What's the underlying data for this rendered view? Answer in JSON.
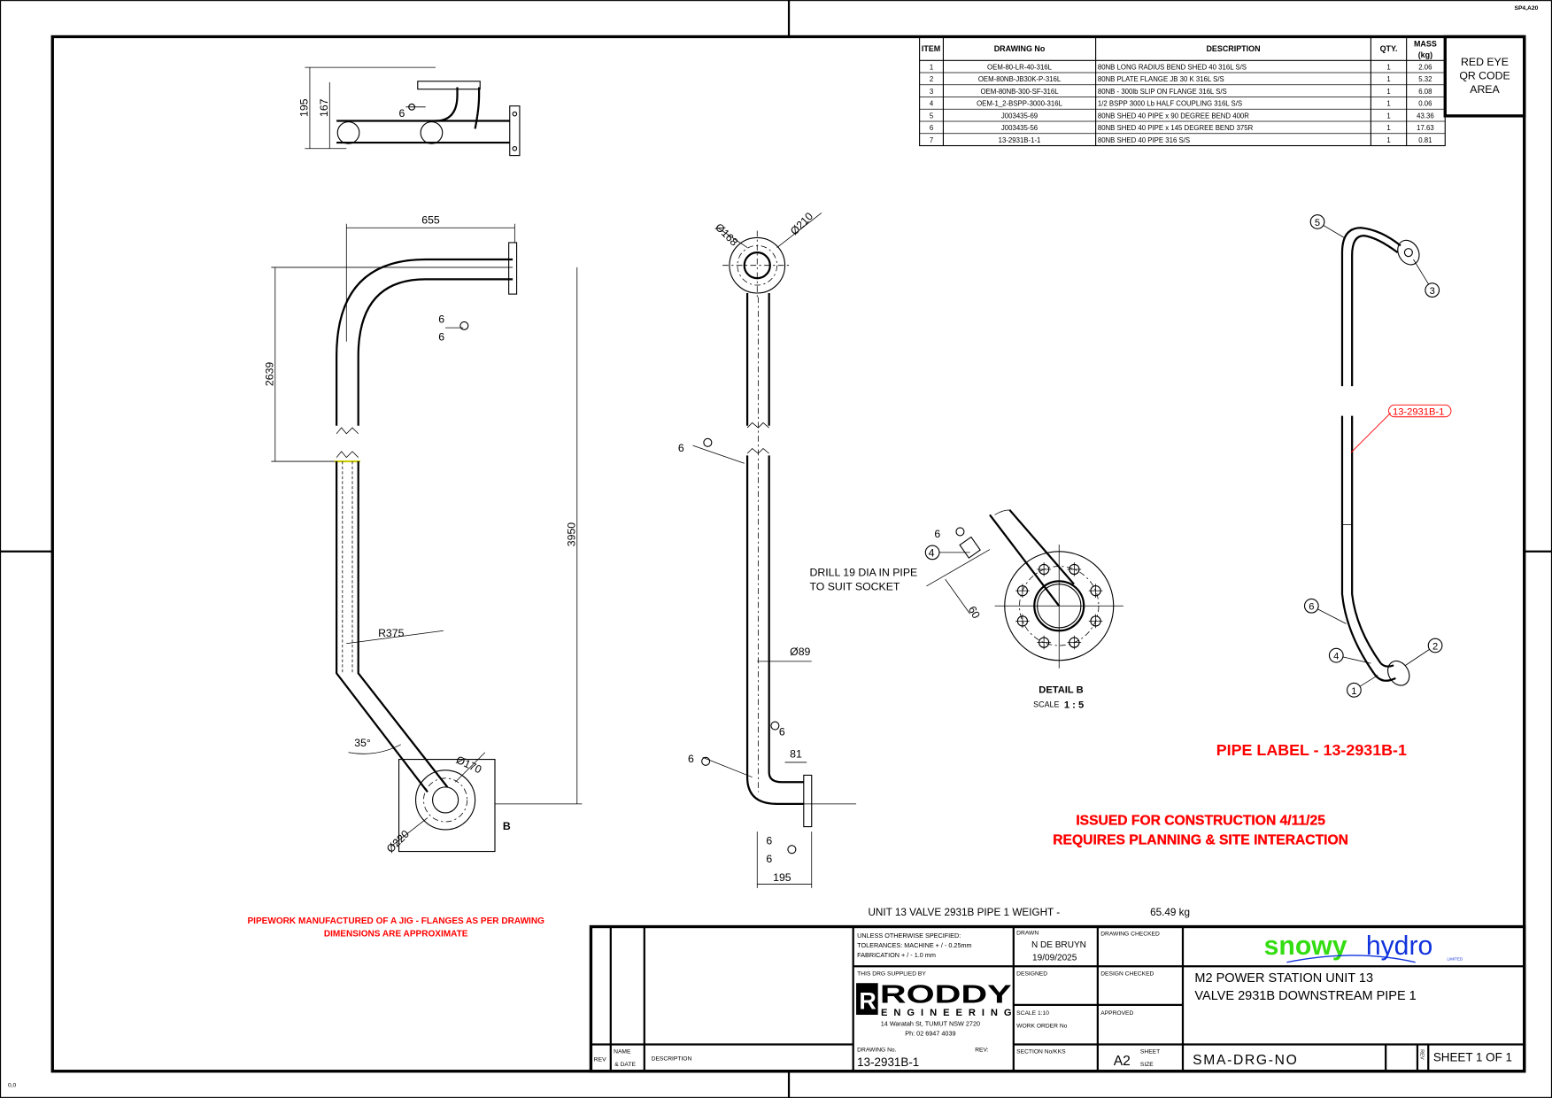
{
  "sheet": {
    "corner_code": "SP4,A20",
    "origin_label": "0,0"
  },
  "bom": {
    "headers": {
      "item": "ITEM",
      "drawing_no": "DRAWING No",
      "description": "DESCRIPTION",
      "qty": "QTY.",
      "mass_1": "MASS",
      "mass_2": "(kg)"
    },
    "rows": [
      {
        "item": "1",
        "drawing_no": "OEM-80-LR-40-316L",
        "description": "80NB LONG RADIUS BEND SHED 40 316L S/S",
        "qty": "1",
        "mass": "2.06"
      },
      {
        "item": "2",
        "drawing_no": "OEM-80NB-JB30K-P-316L",
        "description": "80NB PLATE FLANGE JB 30 K 316L S/S",
        "qty": "1",
        "mass": "5.32"
      },
      {
        "item": "3",
        "drawing_no": "OEM-80NB-300-SF-316L",
        "description": "80NB - 300lb SLIP ON FLANGE 316L S/S",
        "qty": "1",
        "mass": "6.08"
      },
      {
        "item": "4",
        "drawing_no": "OEM-1_2-BSPP-3000-316L",
        "description": "1/2 BSPP 3000 Lb HALF COUPLING 316L S/S",
        "qty": "1",
        "mass": "0.06"
      },
      {
        "item": "5",
        "drawing_no": "J003435-69",
        "description": "80NB SHED 40 PIPE x 90 DEGREE BEND 400R",
        "qty": "1",
        "mass": "43.36"
      },
      {
        "item": "6",
        "drawing_no": "J003435-56",
        "description": "80NB SHED 40 PIPE x 145 DEGREE BEND 375R",
        "qty": "1",
        "mass": "17.63"
      },
      {
        "item": "7",
        "drawing_no": "13-2931B-1-1",
        "description": "80NB SHED 40 PIPE 316 S/S",
        "qty": "1",
        "mass": "0.81"
      }
    ]
  },
  "qr_area": {
    "line1": "RED EYE",
    "line2": "QR CODE",
    "line3": "AREA"
  },
  "plan_view": {
    "dim_195": "195",
    "dim_167": "167",
    "weld": "6"
  },
  "elevation_view": {
    "dim_655": "655",
    "dim_2639": "2639",
    "dim_3950": "3950",
    "radius": "R375",
    "angle": "35°",
    "dia_170": "Ø170",
    "dia_220": "Ø220",
    "detail_ref": "B",
    "weld_a": "6",
    "weld_b": "6"
  },
  "side_view": {
    "dia_168": "Ø168",
    "dia_210": "Ø210",
    "dia_89": "Ø89",
    "dim_81": "81",
    "dim_195": "195",
    "weld_1": "6",
    "weld_2": "6",
    "weld_3": "6",
    "weld_4": "6",
    "weld_5": "6"
  },
  "detail_b": {
    "note_1": "DRILL 19 DIA IN PIPE",
    "note_2": "TO SUIT SOCKET",
    "dim_60": "60",
    "title": "DETAIL B",
    "scale_label": "SCALE",
    "scale_value": "1 : 5",
    "balloon": "4",
    "weld": "6"
  },
  "iso_view": {
    "balloons": [
      "5",
      "3",
      "6",
      "4",
      "1",
      "2"
    ],
    "pipe_label_tag": "13-2931B-1"
  },
  "notes": {
    "pipe_label": "PIPE LABEL - 13-2931B-1",
    "issued": "ISSUED FOR CONSTRUCTION 4/11/25",
    "requires": "REQUIRES PLANNING & SITE INTERACTION",
    "jig_1": "PIPEWORK MANUFACTURED OF A JIG - FLANGES AS PER DRAWING",
    "jig_2": "DIMENSIONS ARE APPROXIMATE",
    "weight_label": "UNIT 13 VALVE 2931B PIPE 1 WEIGHT -",
    "weight_value": "65.49 kg"
  },
  "title_block": {
    "rev": "REV",
    "name": "NAME",
    "date": "& DATE",
    "description": "DESCRIPTION",
    "tol_1": "UNLESS OTHERWISE SPECIFIED:",
    "tol_2": "TOLERANCES: MACHINE + / - 0.25mm",
    "tol_3": "FABRICATION + / - 1.0 mm",
    "drawn_label": "DRAWN",
    "drawn_name": "N DE BRUYN",
    "drawn_date": "19/09/2025",
    "drawing_checked": "DRAWING CHECKED",
    "supplied_by": "THIS DRG SUPPLIED BY",
    "supplier_name": "RODDY",
    "supplier_sub": "ENGINEERING",
    "supplier_address": "14 Waratah St, TUMUT NSW 2720",
    "supplier_phone": "Ph: 02 6947 4039",
    "designed": "DESIGNED",
    "design_checked": "DESIGN CHECKED",
    "scale": "SCALE   1:10",
    "work_order": "WORK ORDER No",
    "approved": "APPROVED",
    "drawing_no_label": "DRAWING No.",
    "rev_label": "REV:",
    "drawing_no": "13-2931B-1",
    "section_label": "SECTION No/KKS",
    "sheet_size": "A2",
    "sheet_label": "SHEET",
    "size_label": "SIZE",
    "title_1": "M2 POWER STATION UNIT 13",
    "title_2": "VALVE 2931B DOWNSTREAM PIPE 1",
    "doc_no": "SMA-DRG-NO",
    "rev_vertical": "REV",
    "sheet_of": "SHEET 1 OF 1",
    "logo_snowy": "snowy",
    "logo_hydro": "hydro",
    "logo_limited": "LIMITED",
    "logo_colors": {
      "snowy": "#33dd11",
      "hydro": "#1133dd"
    }
  }
}
